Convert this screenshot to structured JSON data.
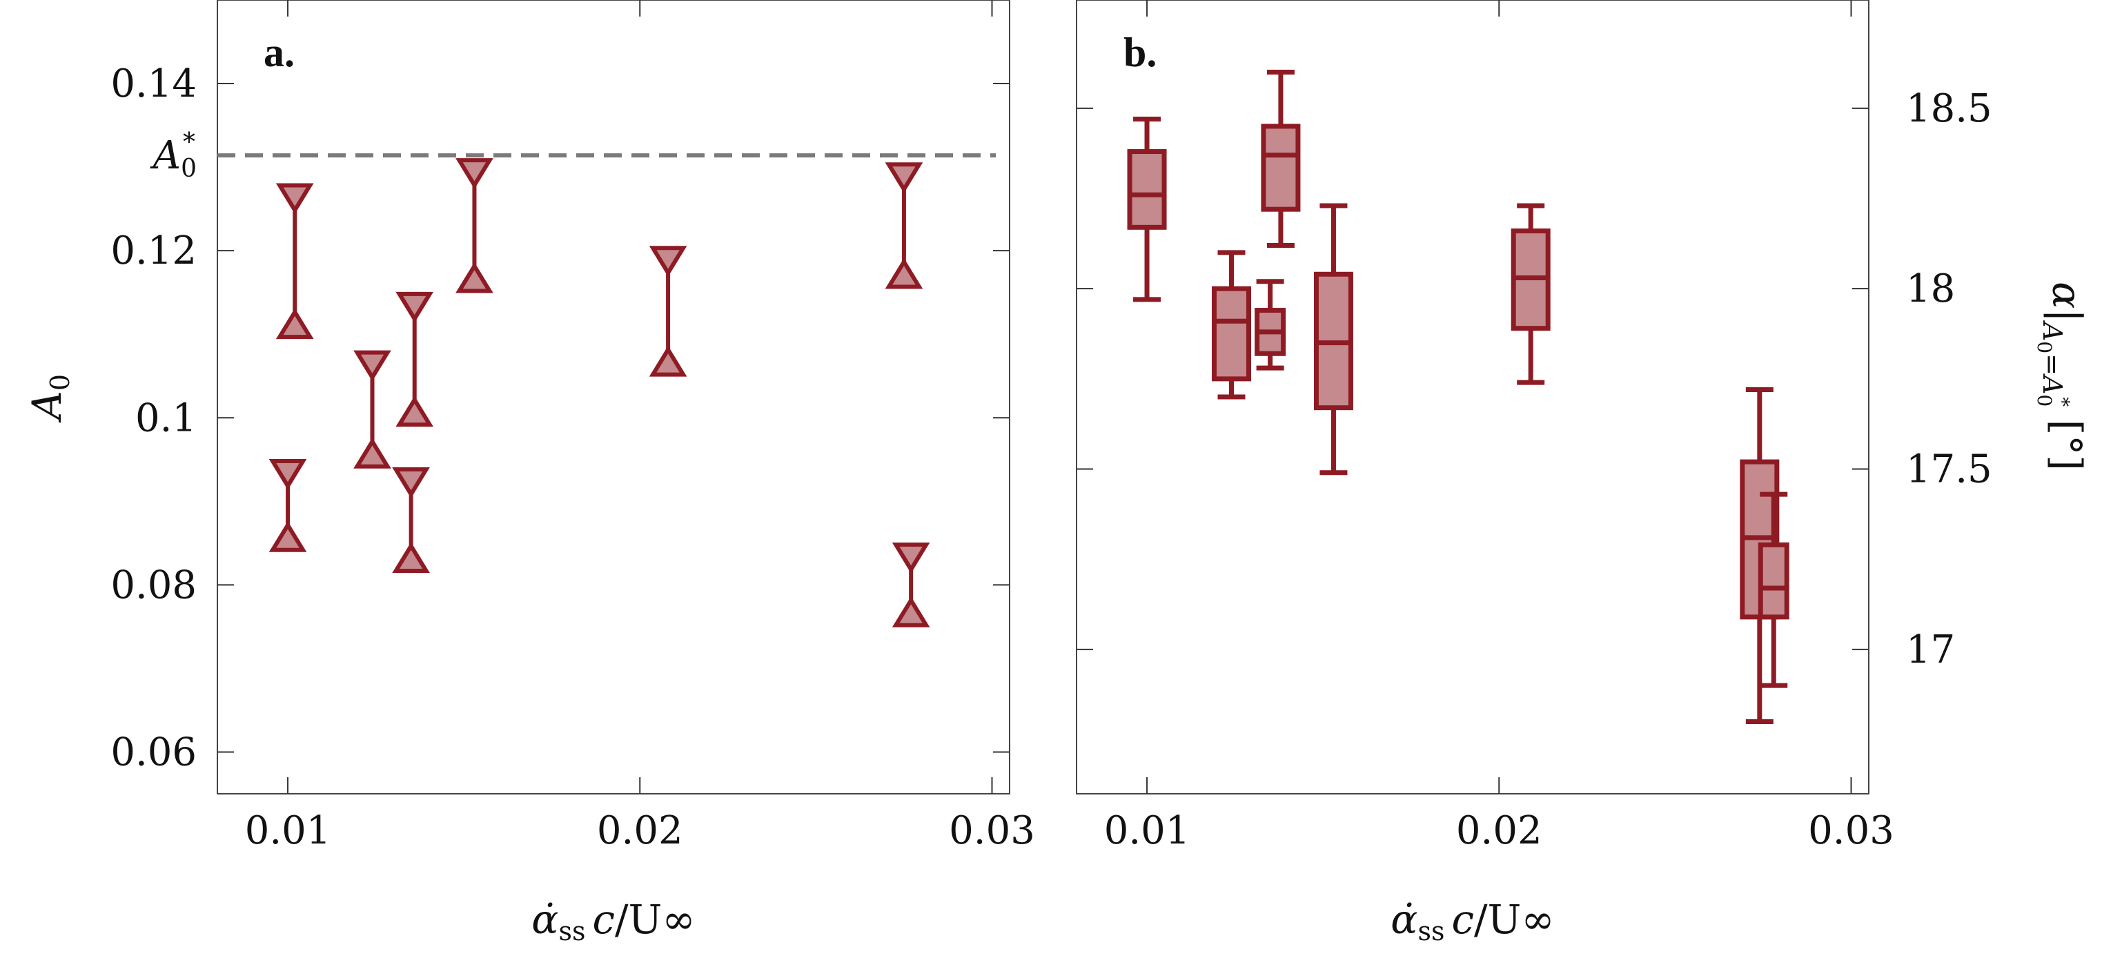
{
  "colors": {
    "marker_stroke": "#8e1b24",
    "marker_fill": "#c48a8e",
    "reference_line": "#7a7a7a",
    "axis": "#444444"
  },
  "chart_data": [
    {
      "panel_label": "a.",
      "type": "scatter",
      "xlabel": "α̇ss c/U∞",
      "ylabel": "A0",
      "xlim": [
        0.008,
        0.0305
      ],
      "ylim": [
        0.055,
        0.15
      ],
      "x_ticks": [
        0.01,
        0.02,
        0.03
      ],
      "x_tick_labels": [
        "0.01",
        "0.02",
        "0.03"
      ],
      "y_ticks": [
        0.06,
        0.08,
        0.1,
        0.12,
        0.14
      ],
      "y_tick_labels": [
        "0.06",
        "0.08",
        "0.1",
        "0.12",
        "0.14"
      ],
      "reference_line": {
        "label": "A0*",
        "y": 0.1314,
        "style": "dashed"
      },
      "ranges": [
        {
          "x": 0.0102,
          "low": 0.111,
          "high": 0.1265
        },
        {
          "x": 0.01,
          "low": 0.0855,
          "high": 0.0935
        },
        {
          "x": 0.0124,
          "low": 0.0955,
          "high": 0.1065
        },
        {
          "x": 0.0136,
          "low": 0.1005,
          "high": 0.1135
        },
        {
          "x": 0.0135,
          "low": 0.083,
          "high": 0.0925
        },
        {
          "x": 0.0153,
          "low": 0.1165,
          "high": 0.1295
        },
        {
          "x": 0.0208,
          "low": 0.1065,
          "high": 0.119
        },
        {
          "x": 0.0275,
          "low": 0.117,
          "high": 0.129
        },
        {
          "x": 0.0277,
          "low": 0.0765,
          "high": 0.0835
        }
      ]
    },
    {
      "panel_label": "b.",
      "type": "box",
      "xlabel": "α̇ss c/U∞",
      "ylabel": "α|A0=A0* [°]",
      "xlim": [
        0.008,
        0.0305
      ],
      "ylim": [
        16.6,
        18.8
      ],
      "x_ticks": [
        0.01,
        0.02,
        0.03
      ],
      "x_tick_labels": [
        "0.01",
        "0.02",
        "0.03"
      ],
      "y_ticks": [
        17,
        17.5,
        18,
        18.5
      ],
      "y_tick_labels": [
        "17",
        "17.5",
        "18",
        "18.5"
      ],
      "boxes": [
        {
          "x": 0.01,
          "whisker_low": 17.97,
          "q1": 18.17,
          "median": 18.26,
          "q3": 18.38,
          "whisker_high": 18.47
        },
        {
          "x": 0.0124,
          "whisker_low": 17.7,
          "q1": 17.75,
          "median": 17.91,
          "q3": 18.0,
          "whisker_high": 18.1
        },
        {
          "x": 0.0135,
          "whisker_low": 17.78,
          "q1": 17.82,
          "median": 17.88,
          "q3": 17.94,
          "whisker_high": 18.02
        },
        {
          "x": 0.0138,
          "whisker_low": 18.12,
          "q1": 18.22,
          "median": 18.37,
          "q3": 18.45,
          "whisker_high": 18.6
        },
        {
          "x": 0.0153,
          "whisker_low": 17.49,
          "q1": 17.67,
          "median": 17.85,
          "q3": 18.04,
          "whisker_high": 18.23
        },
        {
          "x": 0.0209,
          "whisker_low": 17.74,
          "q1": 17.89,
          "median": 18.03,
          "q3": 18.16,
          "whisker_high": 18.23
        },
        {
          "x": 0.0274,
          "whisker_low": 16.8,
          "q1": 17.09,
          "median": 17.31,
          "q3": 17.52,
          "whisker_high": 17.72
        },
        {
          "x": 0.0278,
          "whisker_low": 16.9,
          "q1": 17.09,
          "median": 17.17,
          "q3": 17.29,
          "whisker_high": 17.43
        }
      ]
    }
  ]
}
